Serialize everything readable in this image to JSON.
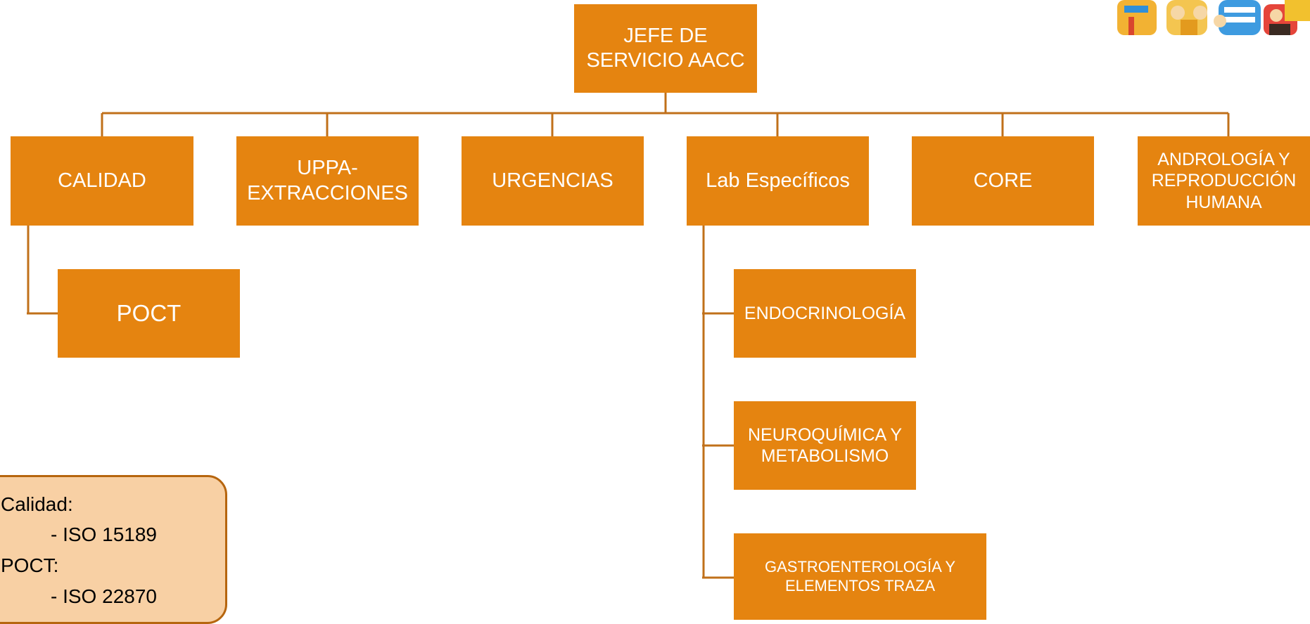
{
  "root": {
    "label": "JEFE DE SERVICIO AACC",
    "lines": [
      "JEFE DE",
      "SERVICIO AACC"
    ]
  },
  "departments": [
    {
      "id": "calidad",
      "lines": [
        "CALIDAD"
      ]
    },
    {
      "id": "uppa",
      "lines": [
        "UPPA-",
        "EXTRACCIONES"
      ]
    },
    {
      "id": "urgencias",
      "lines": [
        "URGENCIAS"
      ]
    },
    {
      "id": "lab",
      "lines": [
        "Lab Específicos"
      ]
    },
    {
      "id": "core",
      "lines": [
        "CORE"
      ]
    },
    {
      "id": "andrologia",
      "lines": [
        "ANDROLOGÍA Y",
        "REPRODUCCIÓN",
        "HUMANA"
      ]
    }
  ],
  "calidad_children": [
    {
      "id": "poct",
      "lines": [
        "POCT"
      ]
    }
  ],
  "lab_children": [
    {
      "id": "endocrinologia",
      "lines": [
        "ENDOCRINOLOGÍA"
      ]
    },
    {
      "id": "neuroquimica",
      "lines": [
        "NEUROQUÍMICA Y",
        "METABOLISMO"
      ]
    },
    {
      "id": "gastro",
      "lines": [
        "GASTROENTEROLOGÍA Y",
        "ELEMENTOS TRAZA"
      ]
    }
  ],
  "note": {
    "lines": [
      "Calidad:",
      "- ISO 15189",
      "POCT:",
      "- ISO 22870"
    ]
  },
  "colors": {
    "node_fill": "#E58410",
    "connector": "#C0701A",
    "note_fill": "#F8D0A4",
    "note_border": "#B6650E"
  }
}
